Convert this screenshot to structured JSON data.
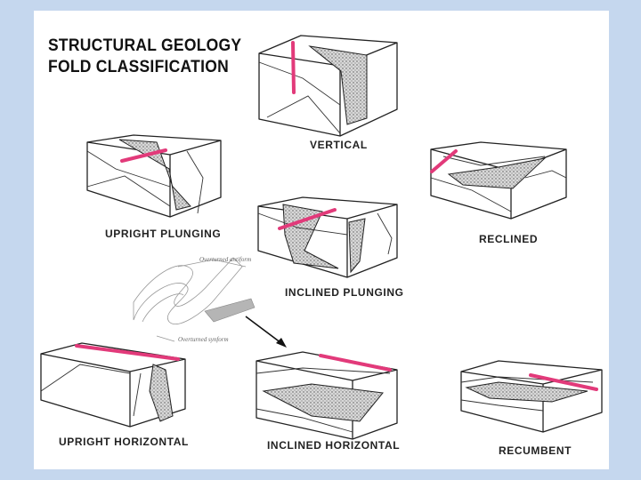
{
  "title": {
    "line1": "STRUCTURAL GEOLOGY",
    "line2": "FOLD CLASSIFICATION"
  },
  "folds": {
    "vertical": "VERTICAL",
    "upright_plunging": "UPRIGHT PLUNGING",
    "reclined": "RECLINED",
    "inclined_plunging": "INCLINED PLUNGING",
    "upright_horizontal": "UPRIGHT HORIZONTAL",
    "inclined_horizontal": "INCLINED HORIZONTAL",
    "recumbent": "RECUMBENT"
  },
  "sketch": {
    "top_label": "Overturned antiform",
    "bottom_label": "Overturned synform"
  },
  "colors": {
    "background": "#c5d7ee",
    "hinge_line": "#e23a7a"
  }
}
